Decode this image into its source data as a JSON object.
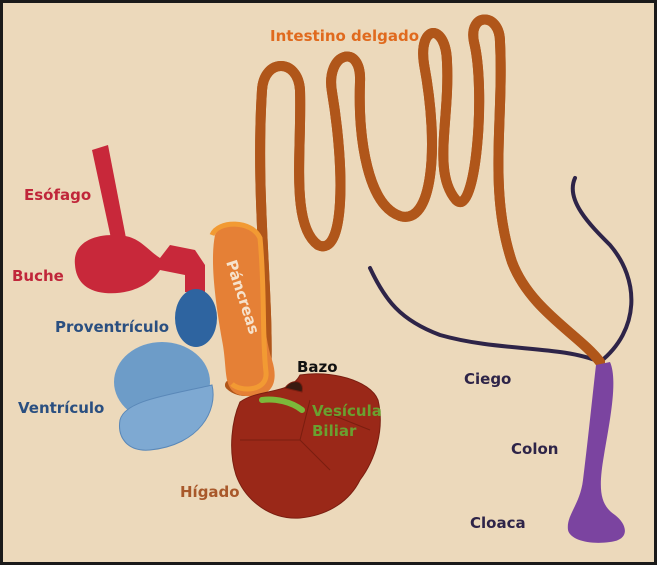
{
  "labels": {
    "intestino": "Intestino delgado",
    "esofago": "Esófago",
    "buche": "Buche",
    "proventriculo": "Proventrículo",
    "ventriculo": "Ventrículo",
    "pancreas": "Páncreas",
    "bazo": "Bazo",
    "vesicula_1": "Vesícula",
    "vesicula_2": "Biliar",
    "higado": "Hígado",
    "ciego": "Ciego",
    "colon": "Colon",
    "cloaca": "Cloaca"
  },
  "colors": {
    "background": "#ecd9bb",
    "esofago_buche": "#c8283a",
    "proventriculo": "#2e64a0",
    "ventriculo": "#6d9cc8",
    "pancreas": "#e58036",
    "intestino": "#ef8a24",
    "higado": "#9a2818",
    "vesicula": "#7cb83a",
    "ciego": "#2e2448",
    "colon_cloaca": "#7b44a0"
  }
}
